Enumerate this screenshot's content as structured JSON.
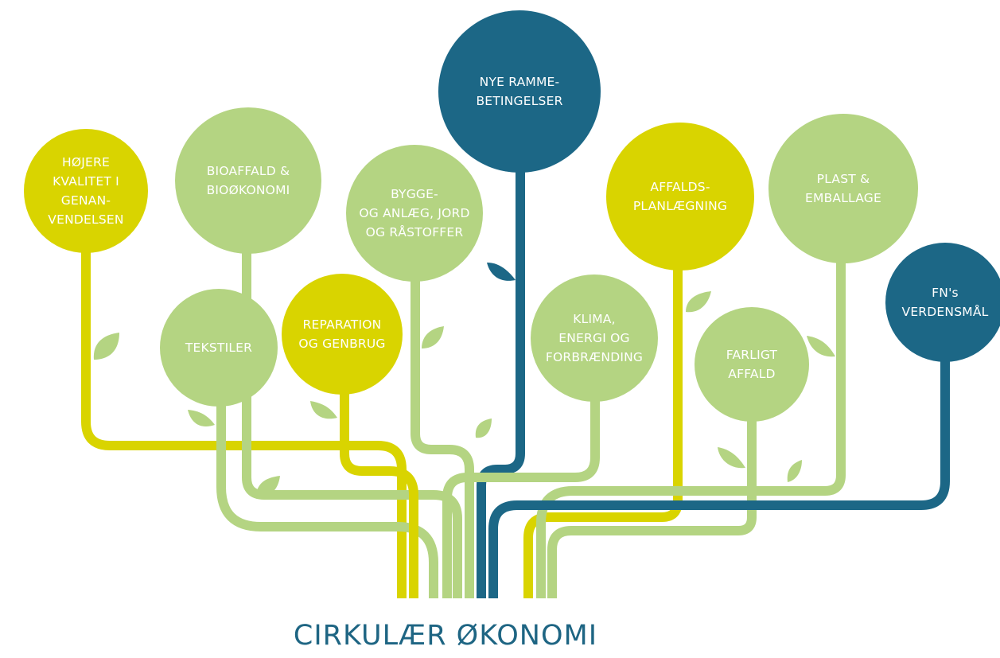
{
  "colors": {
    "yellow": "#d9d400",
    "light_green": "#b4d482",
    "dark_blue": "#1c6786",
    "background": "#ffffff"
  },
  "title": "CIRKULÆR ØKONOMI",
  "topics": [
    {
      "id": "hojere-kvalitet",
      "lines": [
        "HØJERE",
        "KVALITET I",
        "GENAN-",
        "VENDELSEN"
      ],
      "color": "yellow"
    },
    {
      "id": "bioaffald",
      "lines": [
        "BIOAFFALD &",
        "BIOØKONOMI"
      ],
      "color": "light_green"
    },
    {
      "id": "tekstiler",
      "lines": [
        "TEKSTILER"
      ],
      "color": "light_green"
    },
    {
      "id": "reparation",
      "lines": [
        "REPARATION",
        "OG GENBRUG"
      ],
      "color": "yellow"
    },
    {
      "id": "bygge",
      "lines": [
        "BYGGE-",
        "OG ANLÆG, JORD",
        "OG RÅSTOFFER"
      ],
      "color": "light_green"
    },
    {
      "id": "nye-rammebetingelser",
      "lines": [
        "NYE RAMME-",
        "BETINGELSER"
      ],
      "color": "dark_blue"
    },
    {
      "id": "klima",
      "lines": [
        "KLIMA,",
        "ENERGI OG",
        "FORBRÆNDING"
      ],
      "color": "light_green"
    },
    {
      "id": "affaldsplanlaegning",
      "lines": [
        "AFFALDS-",
        "PLANLÆGNING"
      ],
      "color": "yellow"
    },
    {
      "id": "farligt-affald",
      "lines": [
        "FARLIGT",
        "AFFALD"
      ],
      "color": "light_green"
    },
    {
      "id": "plast",
      "lines": [
        "PLAST &",
        "EMBALLAGE"
      ],
      "color": "light_green"
    },
    {
      "id": "fn-verdensmaal",
      "lines": [
        "FN's",
        "VERDENSMÅL"
      ],
      "color": "dark_blue"
    }
  ]
}
